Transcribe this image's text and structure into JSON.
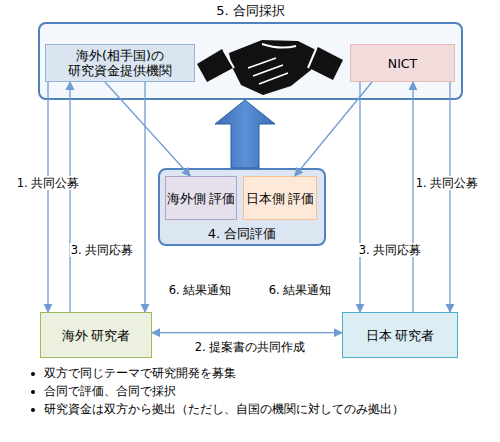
{
  "diagram": {
    "nodes": [
      {
        "text": [
          "5. 合同採択"
        ]
      },
      {
        "text": [
          "海外(相手国)の 研究資金提供機関"
        ],
        "in": 0
      },
      {
        "text": [
          "NICT"
        ],
        "in": 0
      },
      {
        "text": [
          "4. 合同評価"
        ]
      },
      {
        "text": [
          "海外側 評価"
        ],
        "in": 3
      },
      {
        "text": [
          "日本側 評価"
        ],
        "in": 3
      },
      {
        "text": [
          "海外 研究者"
        ]
      },
      {
        "text": [
          "日本 研究者"
        ]
      }
    ],
    "edges": [
      {
        "from": 1,
        "to": 6,
        "label": "1. 共同公募",
        "arrow": "to"
      },
      {
        "from": 6,
        "to": 1,
        "label": "3. 共同応募",
        "arrow": "to"
      },
      {
        "from": 1,
        "to": 6,
        "label": "6. 結果通知",
        "arrow": "to"
      },
      {
        "from": 2,
        "to": 7,
        "label": "1. 共同公募",
        "arrow": "to"
      },
      {
        "from": 7,
        "to": 2,
        "label": "3. 共同応募",
        "arrow": "to"
      },
      {
        "from": 2,
        "to": 7,
        "label": "6. 結果通知",
        "arrow": "to"
      },
      {
        "from": 1,
        "to": 4,
        "arrow": "to"
      },
      {
        "from": 2,
        "to": 5,
        "arrow": "to"
      },
      {
        "from": 3,
        "to": 0,
        "arrow": "to"
      },
      {
        "from": 6,
        "to": 7,
        "label": "2. 提案書の共同作成",
        "arrow": "both"
      }
    ],
    "labels": [
      "双方で同じテーマで研究開発を募集",
      "合同で評価、合同で採択",
      "研究資金は双方から拠出（ただし、自国の機関に対してのみ拠出）"
    ]
  }
}
